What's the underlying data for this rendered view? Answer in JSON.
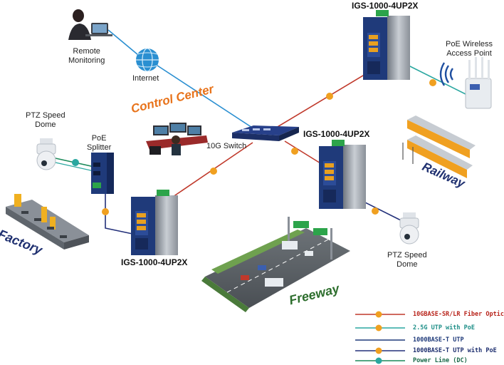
{
  "nodes": {
    "remote": "Remote\nMonitoring",
    "internet": "Internet",
    "switch_top": "IGS-1000-4UP2X",
    "switch_right": "IGS-1000-4UP2X",
    "switch_bottom": "IGS-1000-4UP2X",
    "core": "10G Switch",
    "ap": "PoE Wireless\nAccess Point",
    "ptz_left": "PTZ Speed\nDome",
    "ptz_right": "PTZ Speed\nDome",
    "splitter": "PoE\nSplitter"
  },
  "scenes": {
    "control": "Control Center",
    "factory": "Factory",
    "railway": "Railway",
    "freeway": "Freeway"
  },
  "colors": {
    "fiber": "#c0392b",
    "utp25": "#2aa7a0",
    "utp1g": "#1f3a7a",
    "utp1g_poe": "#23307a",
    "dc": "#1b8a5a",
    "internet": "#2a8fd1",
    "badge": "#f0a020",
    "scene_orange": "#e8731b",
    "scene_green": "#2d6e2d",
    "scene_navy": "#1f3070"
  },
  "legend": [
    {
      "label": "10GBASE-SR/LR Fiber Optic",
      "color": "#c0392b",
      "dot": "#f0a020",
      "text_color": "#b8241b"
    },
    {
      "label": "2.5G UTP with PoE",
      "color": "#2aa7a0",
      "dot": "#f0a020",
      "text_color": "#1e8f88"
    },
    {
      "label": "1000BASE-T UTP",
      "color": "#1f3a7a",
      "dot": "",
      "text_color": "#1f3a7a"
    },
    {
      "label": "1000BASE-T UTP with PoE",
      "color": "#23307a",
      "dot": "#f0a020",
      "text_color": "#1f3070"
    },
    {
      "label": "Power Line (DC)",
      "color": "#1b8a5a",
      "dot": "#2aa7a0",
      "text_color": "#1b6a4a"
    }
  ]
}
